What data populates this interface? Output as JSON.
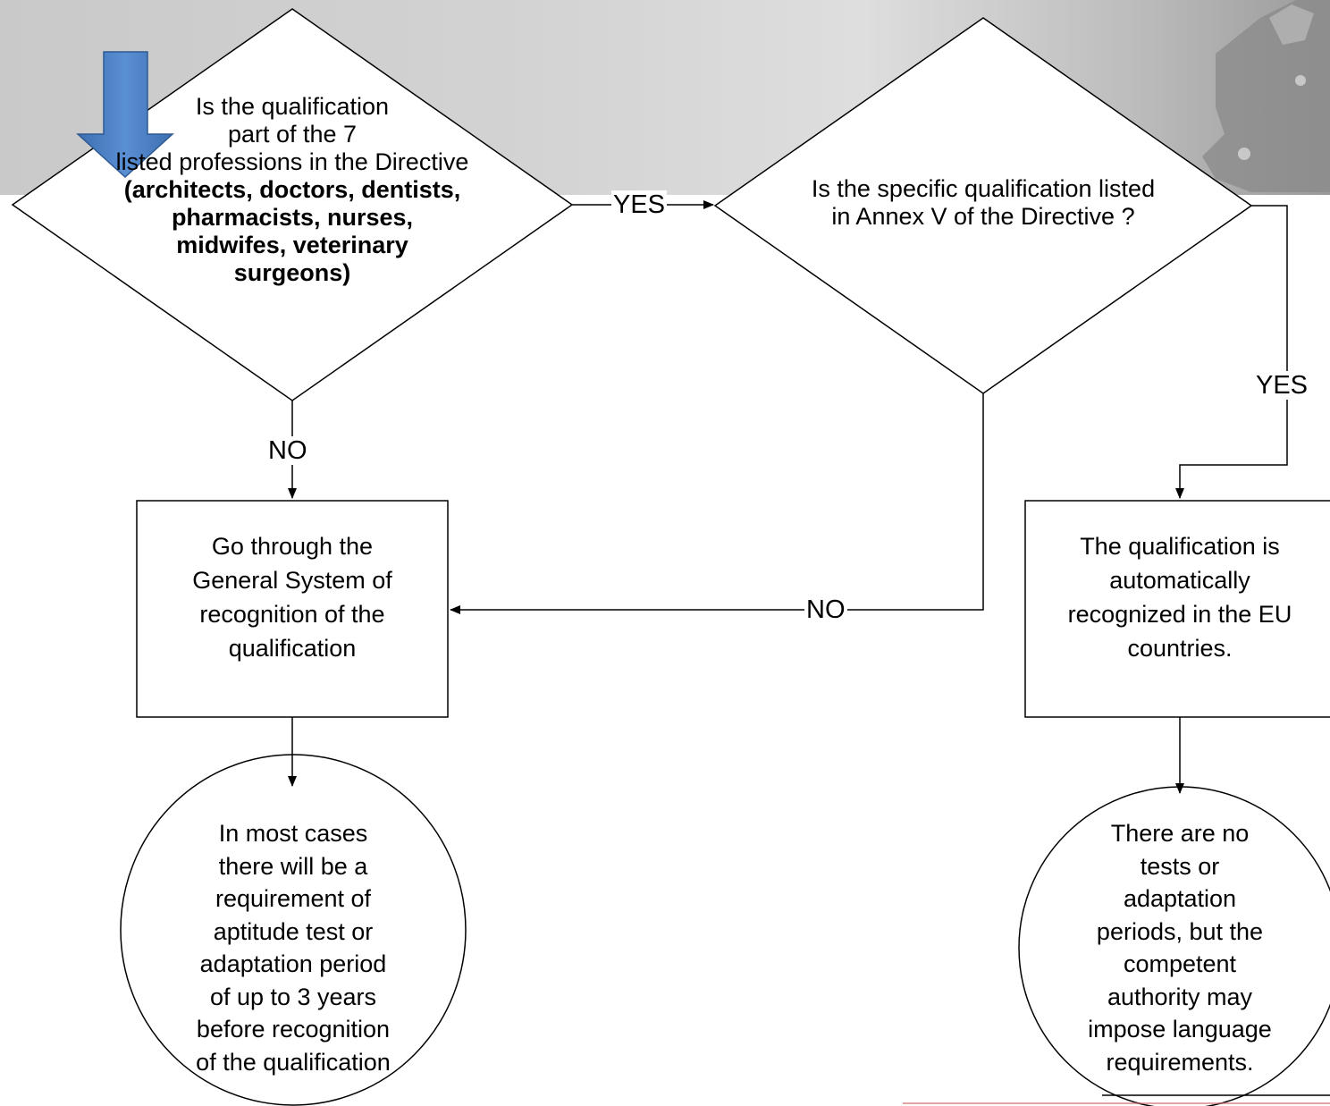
{
  "decision1": {
    "lines": [
      "Is the qualification",
      "part of the 7",
      "listed professions in the Directive"
    ],
    "bold_lines": [
      "(architects, doctors, dentists,",
      "pharmacists, nurses,",
      "midwifes, veterinary",
      "surgeons)"
    ]
  },
  "decision2": {
    "lines": [
      "Is the specific qualification listed",
      "in Annex V of the Directive ?"
    ]
  },
  "box_general": {
    "lines": [
      "Go through the",
      "General System of",
      "recognition of the",
      "qualification"
    ]
  },
  "box_auto": {
    "lines": [
      "The qualification is",
      "automatically",
      "recognized in the EU",
      "countries."
    ]
  },
  "end_general": {
    "lines": [
      "In most cases",
      "there will be a",
      "requirement of",
      "aptitude test or",
      "adaptation period",
      "of up to 3 years",
      "before recognition",
      "of the qualification"
    ]
  },
  "end_auto": {
    "lines": [
      "There are no",
      "tests or",
      "adaptation",
      "periods, but the",
      "competent",
      "authority may",
      "impose language",
      "requirements."
    ]
  },
  "labels": {
    "yes_1": "YES",
    "yes_2": "YES",
    "no_1": "NO",
    "no_2": "NO"
  },
  "colors": {
    "start_arrow": "#4a7fc1",
    "line": "#000000",
    "header_band": "#cfcfcf"
  }
}
